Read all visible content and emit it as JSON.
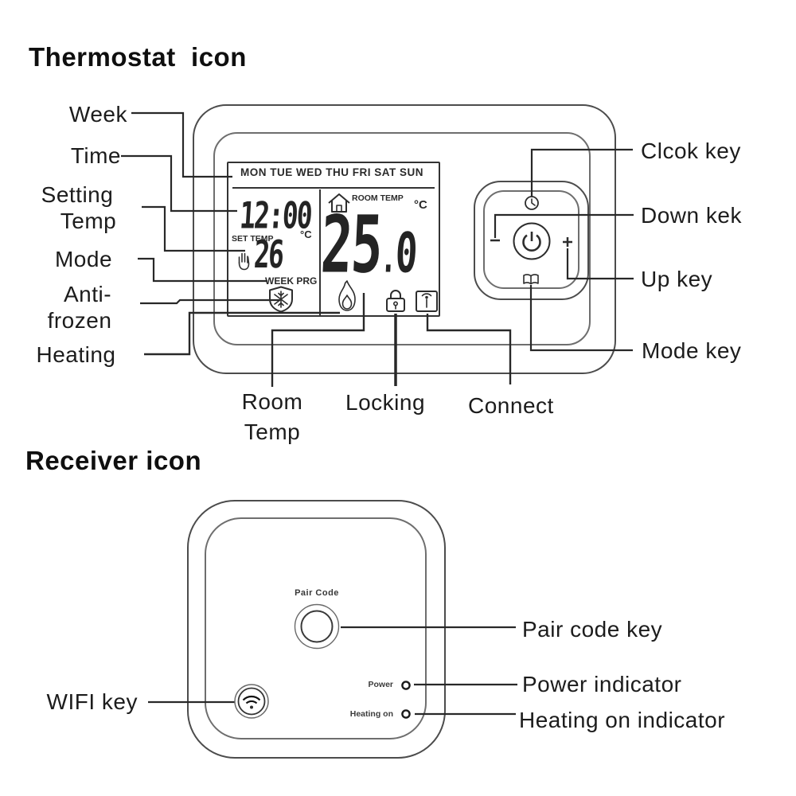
{
  "page": {
    "background": "#ffffff",
    "ink": "#1c1c1c",
    "line": "#282828"
  },
  "thermostat": {
    "title": "Thermostat  icon",
    "display": {
      "days": "MON TUE WED THU FRI SAT SUN",
      "time": "12:00",
      "set_label_line1": "SET",
      "set_label_line2": "TEMP",
      "set_temp": "26",
      "set_temp_unit": "°C",
      "program_label": "WEEK PRG",
      "room_label_line1": "ROOM",
      "room_label_line2": "TEMP",
      "room_temp_int": "25",
      "room_temp_sep": ".",
      "room_temp_dec": "0",
      "room_temp_unit": "°C"
    },
    "labels": {
      "week": "Week",
      "time": "Time",
      "setting1": "Setting",
      "setting2": "Temp",
      "mode": "Mode",
      "anti1": "Anti-",
      "anti2": "frozen",
      "heating": "Heating",
      "clock_key": "Clcok key",
      "down_key": "Down kek",
      "up_key": "Up key",
      "mode_key": "Mode key",
      "room1": "Room",
      "room2": "Temp",
      "locking": "Locking",
      "connect": "Connect"
    }
  },
  "receiver": {
    "title": "Receiver icon",
    "device": {
      "pair_code": "Pair Code",
      "power": "Power",
      "heating_on": "Heating on"
    },
    "labels": {
      "wifi_key": "WIFI key",
      "pair_code_key": "Pair code key",
      "power_indicator": "Power indicator",
      "heating_on_indicator": "Heating on indicator"
    }
  },
  "icons": {
    "clock-icon": "clock face (clock key)",
    "minus-icon": "minus mark (down key)",
    "power-icon": "power symbol (center key)",
    "plus-icon": "plus mark (up key)",
    "book-icon": "open book (mode key)",
    "hand-icon": "manual-set hand under SET TEMP",
    "shield-snowflake-icon": "anti-frozen shield",
    "house-icon": "room temp house",
    "flame-icon": "heating flame",
    "lock-icon": "locking padlock",
    "signal-box-icon": "connect signal box",
    "wifi-icon": "wifi waves (receiver key)",
    "indicator-ring-icon": "LED indicator ring"
  }
}
